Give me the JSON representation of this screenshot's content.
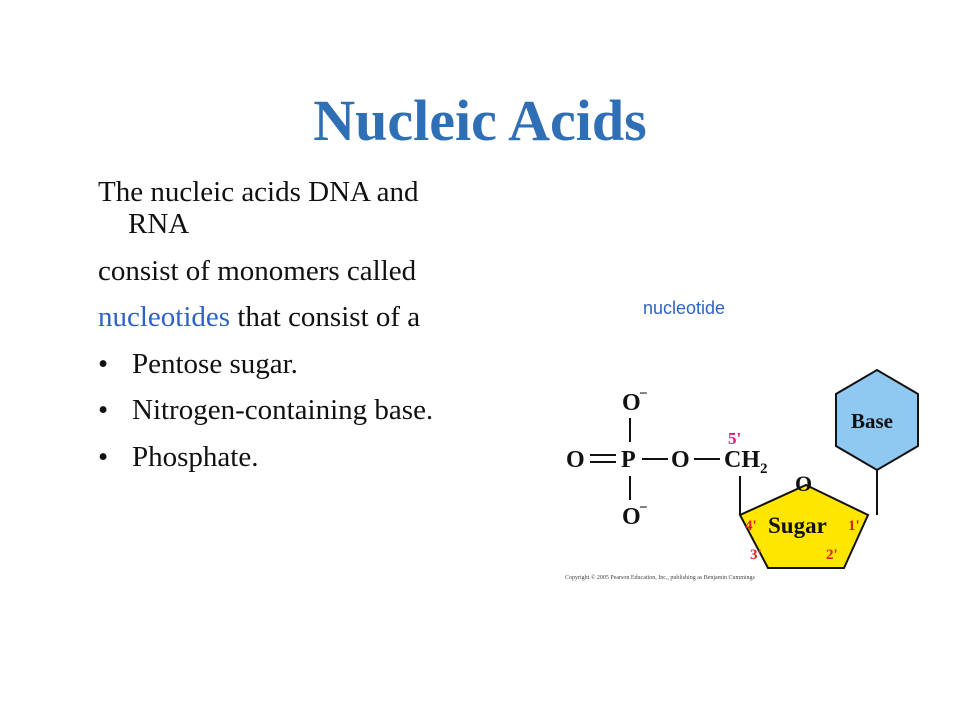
{
  "slide": {
    "title": "Nucleic Acids",
    "body": {
      "line1a": "The nucleic acids DNA and",
      "line1b": "RNA",
      "line2": "consist of monomers called",
      "line3_highlight": "nucleotides",
      "line3_rest": " that consist of a",
      "bullets": [
        "Pentose sugar.",
        "Nitrogen-containing base.",
        "Phosphate."
      ]
    },
    "diagram_label": "nucleotide"
  },
  "diagram": {
    "phosphate": {
      "o_top": "O",
      "o_top_charge": "−",
      "o_left": "O",
      "p": "P",
      "o_bridge": "O",
      "o_bottom": "O",
      "o_bottom_charge": "−"
    },
    "ch2": {
      "text": "CH",
      "sub": "2",
      "position": "5'"
    },
    "sugar": {
      "label": "Sugar",
      "ring_oxygen": "O",
      "positions": {
        "p4": "4'",
        "p1": "1'",
        "p3": "3'",
        "p2": "2'"
      },
      "fill_color": "#ffe600"
    },
    "base": {
      "label": "Base",
      "fill_color": "#8fc8f0"
    },
    "copyright": "Copyright © 2005 Pearson Education, Inc., publishing as Benjamin Cummings"
  },
  "colors": {
    "title": "#2f6fb5",
    "highlight": "#2f62c6",
    "five_prime": "#e0157a",
    "ring_positions": "#e31d1d"
  }
}
